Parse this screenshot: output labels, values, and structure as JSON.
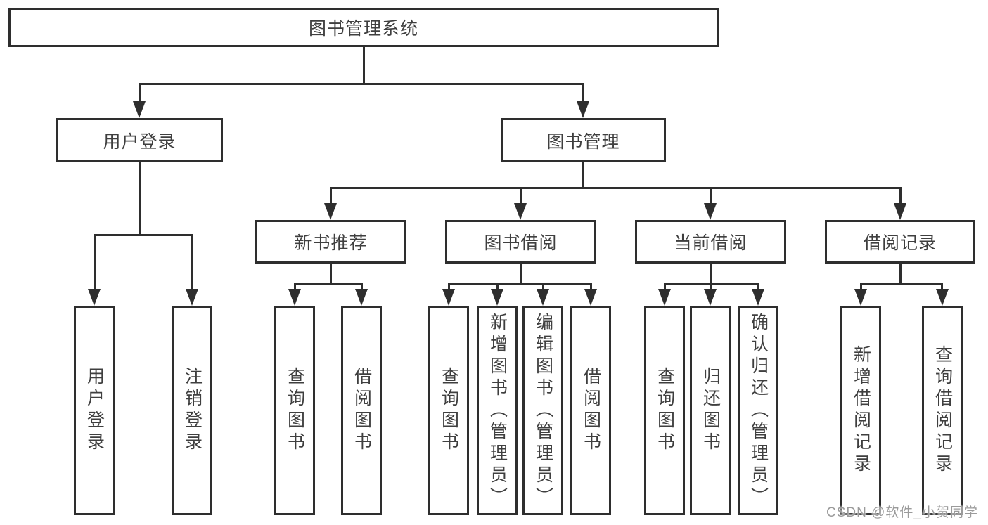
{
  "diagram": {
    "root": {
      "label": "图书管理系统"
    },
    "branches": [
      {
        "label": "用户登录",
        "children": [
          "用户登录",
          "注销登录"
        ]
      },
      {
        "label": "图书管理",
        "sections": [
          {
            "label": "新书推荐",
            "children": [
              "查询图书",
              "借阅图书"
            ]
          },
          {
            "label": "图书借阅",
            "children": [
              "查询图书",
              "新增图书（管理员）",
              "编辑图书（管理员）",
              "借阅图书"
            ]
          },
          {
            "label": "当前借阅",
            "children": [
              "查询图书",
              "归还图书",
              "确认归还（管理员）"
            ]
          },
          {
            "label": "借阅记录",
            "children": [
              "新增借阅记录",
              "查询借阅记录"
            ]
          }
        ]
      }
    ]
  },
  "watermark": {
    "text": "CSDN @软件_小贺同学"
  },
  "colors": {
    "line": "#2e2e2e",
    "node_text": "#3f3f3f",
    "watermark_text": "#9b9b9b",
    "background": "#ffffff"
  }
}
